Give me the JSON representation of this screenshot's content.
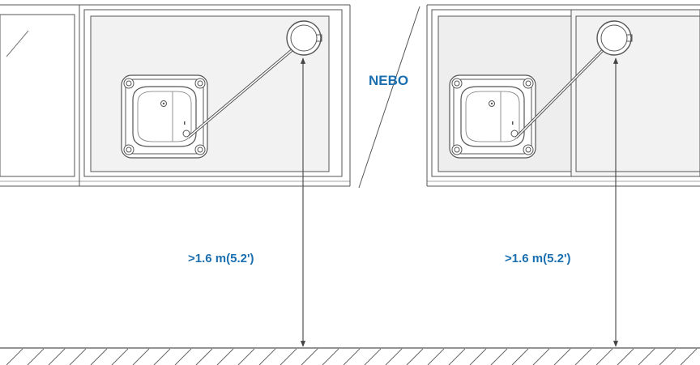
{
  "labels": {
    "or_text": "NEBO",
    "height_left": ">1.6 m(5.2')",
    "height_right": ">1.6 m(5.2')"
  },
  "colors": {
    "accent_text": "#1a6fb0",
    "line": "#555555",
    "frame_fill": "#f0f0f0",
    "robot_fill": "#ffffff",
    "watermark": "#b9e3a3"
  },
  "icons": {
    "robot_left": "window-cleaning-robot-icon",
    "robot_right": "window-cleaning-robot-icon",
    "safety_ring_left": "suction-cup-safety-ring-icon",
    "safety_ring_right": "suction-cup-safety-ring-icon"
  }
}
